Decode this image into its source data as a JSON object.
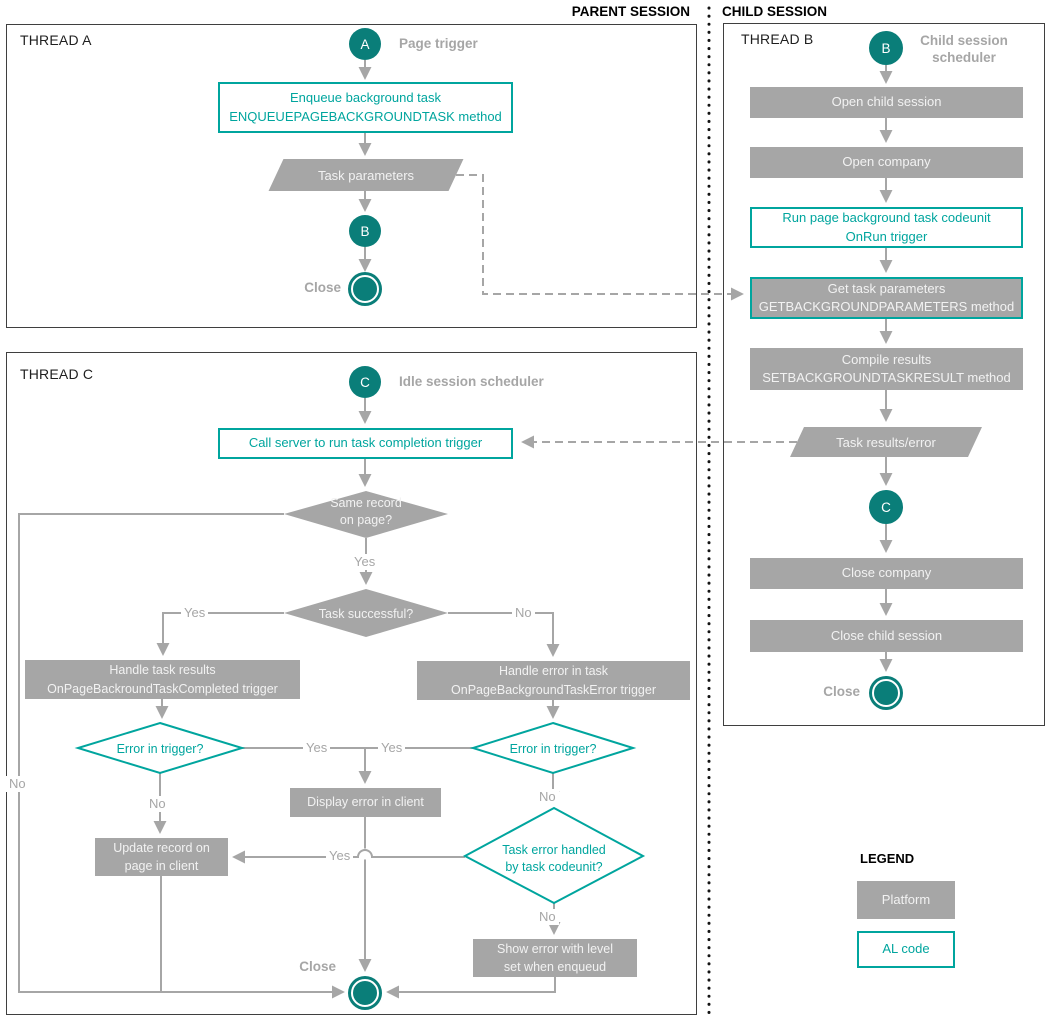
{
  "colors": {
    "al_teal": "#00A59E",
    "node_teal": "#0A7E79",
    "platform_gray": "#A6A6A6",
    "box_text_light": "#F2F2F2",
    "container_border": "#3F3F3F"
  },
  "sessions": {
    "parent_label": "PARENT SESSION",
    "child_label": "CHILD SESSION"
  },
  "thread_a": {
    "title": "THREAD A",
    "start_letter": "A",
    "start_caption": "Page trigger",
    "enqueue_line1": "Enqueue background task",
    "enqueue_line2": "ENQUEUEPAGEBACKGROUNDTASK method",
    "task_parameters": "Task parameters",
    "goto_letter": "B",
    "close_label": "Close"
  },
  "thread_b": {
    "title": "THREAD B",
    "start_letter": "B",
    "start_caption_line1": "Child session",
    "start_caption_line2": "scheduler",
    "open_child_session": "Open child session",
    "open_company": "Open company",
    "run_codeunit_line1": "Run page background task codeunit",
    "run_codeunit_line2": "OnRun trigger",
    "get_params_line1": "Get task parameters",
    "get_params_line2": "GETBACKGROUNDPARAMETERS method",
    "compile_line1": "Compile results",
    "compile_line2": "SETBACKGROUNDTASKRESULT method",
    "task_results": "Task results/error",
    "goto_letter": "C",
    "close_company": "Close company",
    "close_child_session": "Close child session",
    "close_label": "Close"
  },
  "thread_c": {
    "title": "THREAD C",
    "start_letter": "C",
    "start_caption": "Idle session scheduler",
    "call_server": "Call server to run task completion trigger",
    "same_record_line1": "Same record",
    "same_record_line2": "on page?",
    "task_successful": "Task successful?",
    "handle_results_line1": "Handle task results",
    "handle_results_line2": "OnPageBackroundTaskCompleted trigger",
    "handle_error_line1": "Handle error in task",
    "handle_error_line2": "OnPageBackgroundTaskError trigger",
    "error_in_trigger_left": "Error in trigger?",
    "error_in_trigger_right": "Error in trigger?",
    "display_error": "Display error in client",
    "task_error_handled_line1": "Task error handled",
    "task_error_handled_line2": "by task codeunit?",
    "update_record_line1": "Update record on",
    "update_record_line2": "page in client",
    "show_error_line1": "Show error with level",
    "show_error_line2": "set when enqueud",
    "close_label": "Close",
    "labels": {
      "yes_same_record": "Yes",
      "yes_task_successful": "Yes",
      "no_task_successful": "No",
      "yes_error_left": "Yes",
      "yes_error_right": "Yes",
      "no_far_left": "No",
      "no_error_left": "No",
      "no_error_right": "No",
      "yes_task_error_handled": "Yes",
      "no_task_error_handled": "No"
    }
  },
  "legend": {
    "title": "LEGEND",
    "platform": "Platform",
    "al_code": "AL code"
  }
}
